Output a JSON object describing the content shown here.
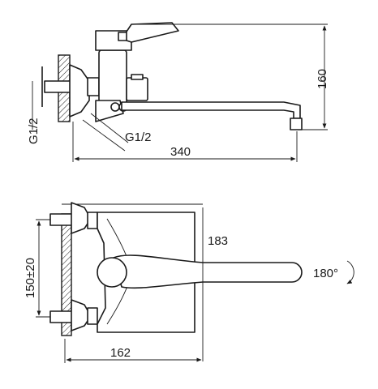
{
  "dimensions": {
    "top_height": "160",
    "top_width": "340",
    "inlet_thread_left": "G1/2",
    "inlet_thread_bottom": "G1/2",
    "spout_length": "183",
    "center_distance": "150±20",
    "body_depth": "162",
    "rotation": "180°"
  },
  "colors": {
    "ink": "#1a1a1a",
    "background": "#ffffff"
  },
  "icons": {
    "rotation": "rotation-arrow-icon"
  }
}
